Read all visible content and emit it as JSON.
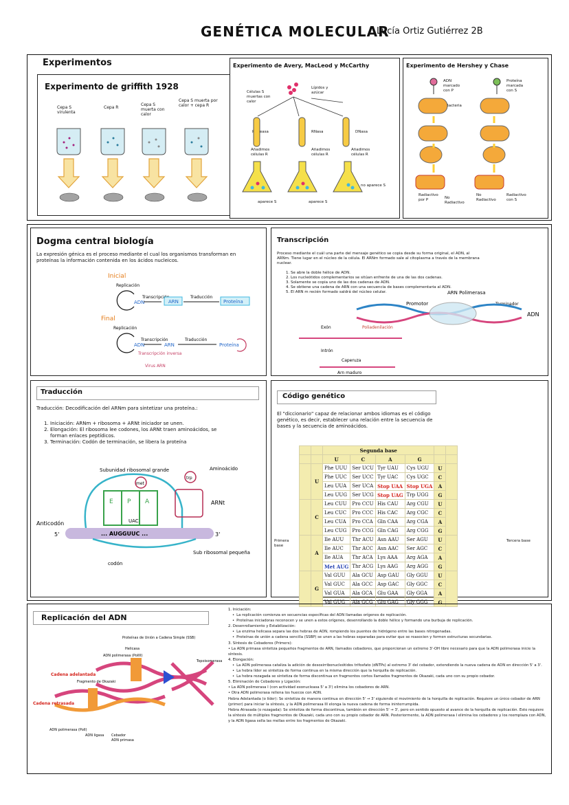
{
  "header": {
    "title": "GENÉTICA MOLECULAR",
    "author": "Lucía Ortiz Gutiérrez 2B"
  },
  "experiments": {
    "title": "Experimentos",
    "griffith": {
      "title": "Experimento de griffith 1928",
      "labels": [
        "Cepa S virulenta",
        "Cepa R",
        "Cepa S muerta con calor",
        "Cepa S muerta por calor + cepa R"
      ]
    },
    "avery": {
      "title": "Experimento de Avery, MacLeod y McCarthy",
      "cells_label": "Células S muertas con calor",
      "lipids_label": "Lípidos y azúcar",
      "tubes": [
        "Proteasa",
        "RNasa",
        "DNasa"
      ],
      "cultures": [
        "Añadimos células R",
        "Añadimos células R",
        "Añadimos células R"
      ],
      "results": [
        "aparece S",
        "aparece S",
        "no aparece S"
      ]
    },
    "hershey": {
      "title": "Experimento de Hershey y Chase",
      "labels": [
        "ADN marcado con P",
        "Proteína marcada con S",
        "Bacteria",
        "Radiactivo por P",
        "No Radiactivo",
        "No Radiactivo",
        "Radiactivo con S"
      ]
    }
  },
  "dogma": {
    "title": "Dogma central biología",
    "text": "La expresión génica es el proceso mediante el cual los organismos transforman en proteínas la información contenida en los ácidos nucleicos.",
    "initial_label": "Inicial",
    "final_label": "Final",
    "replicacion": "Replicación",
    "transcripcion": "Transcripción",
    "traduccion": "Traducción",
    "transcripcion_inversa": "Transcripción inversa",
    "virus": "Virus ARN",
    "adn": "ADN",
    "arn": "ARN",
    "proteina": "Proteína"
  },
  "transcription": {
    "title": "Transcripción",
    "intro": "Proceso mediante el cuál una parte del mensaje genético se copia desde su forma original, el ADN, al ARNm. Tiene lugar en el núcleo de la célula. El ARNm formado sale al citoplasma a través de la membrana nuclear.",
    "steps": [
      "Se abre la doble hélice de ADN.",
      "Los nucleótidos complementarios se sitúan enfrente de una de las dos cadenas.",
      "Solamente se copia uno de las dos cadenas de ADN.",
      "Se obtiene una cadena de ARN con una secuencia de bases complementaria al ADN.",
      "El ARN m recién formado saldrá del núcleo celular."
    ],
    "labels": {
      "arn_pol": "ARN Polimerasa",
      "promotor": "Promotor",
      "terminador": "Terminador",
      "adn": "ADN",
      "exon": "Exón",
      "intron": "Intrón",
      "poliadenilacion": "Poliadenilación",
      "arn_maduro": "Arn maduro",
      "caperuza": "Caperuza"
    }
  },
  "translation": {
    "title": "Traducción",
    "intro": "Traducción: Decodificación del ARNm para sintetizar una proteína.:",
    "steps": [
      "Iniciación: ARNm + ribosoma + ARNt iniciador se unen.",
      "Elongación: El ribosoma lee codones, los ARNt traen aminoácidos, se forman enlaces peptídicos.",
      "Terminación: Codón de terminación, se libera la proteína"
    ],
    "labels": {
      "subunidad_grande": "Subunidad ribosomal grande",
      "aminoacido": "Aminoácido",
      "arnt": "ARNt",
      "anticodon": "Anticodón",
      "codon": "codón",
      "subunidad_pequena": "Sub ribosomal pequeña",
      "sequence": "... AUGGUUC ...",
      "five": "5'",
      "three": "3'",
      "trp": "trp",
      "met": "met",
      "sites": [
        "E",
        "P",
        "A"
      ],
      "uac": "UAC"
    }
  },
  "genetic_code": {
    "title": "Código genético",
    "text": "El \"diccionario\" capaz de relacionar ambos idiomas es el código genético, es decir, establecer una relación entre la secuencia de bases y la secuencia de aminoácidos.",
    "segunda_base": "Segunda base",
    "primera_base": "Primera base",
    "tercera_base": "Tercera base",
    "bases": [
      "U",
      "C",
      "A",
      "G"
    ],
    "rows": [
      {
        "first": "U",
        "cells": [
          [
            "Phe UUU",
            "Phe UUC",
            "Leu UUA",
            "Leu UUG"
          ],
          [
            "Ser UCU",
            "Ser UCC",
            "Ser UCA",
            "Ser UCG"
          ],
          [
            "Tyr UAU",
            "Tyr UAC",
            "Stop UAA",
            "Stop UAG"
          ],
          [
            "Cys UGU",
            "Cys UGC",
            "Stop UGA",
            "Trp UGG"
          ]
        ]
      },
      {
        "first": "C",
        "cells": [
          [
            "Leu CUU",
            "Leu CUC",
            "Leu CUA",
            "Leu CUG"
          ],
          [
            "Pro CCU",
            "Pro CCC",
            "Pro CCA",
            "Pro CCG"
          ],
          [
            "His CAU",
            "His CAC",
            "Gln CAA",
            "Gln CAG"
          ],
          [
            "Arg CGU",
            "Arg CGC",
            "Arg CGA",
            "Arg CGG"
          ]
        ]
      },
      {
        "first": "A",
        "cells": [
          [
            "Ile AUU",
            "Ile AUC",
            "Ile AUA",
            "Met AUG"
          ],
          [
            "Thr ACU",
            "Thr ACC",
            "Thr ACA",
            "Thr ACG"
          ],
          [
            "Asn AAU",
            "Asn AAC",
            "Lys AAA",
            "Lys AAG"
          ],
          [
            "Ser AGU",
            "Ser AGC",
            "Arg AGA",
            "Arg AGG"
          ]
        ]
      },
      {
        "first": "G",
        "cells": [
          [
            "Val GUU",
            "Val GUC",
            "Val GUA",
            "Val GUG"
          ],
          [
            "Ala GCU",
            "Ala GCC",
            "Ala GCA",
            "Ala GCG"
          ],
          [
            "Asp GAU",
            "Asp GAC",
            "Glu GAA",
            "Glu GAG"
          ],
          [
            "Gly GGU",
            "Gly GGC",
            "Gly GGA",
            "Gly GGG"
          ]
        ]
      }
    ]
  },
  "replication": {
    "title": "Replicación del ADN",
    "diagram_labels": {
      "proteinas": "Proteínas de Unión a Cadena Simple (SSB)",
      "helicasa": "Helicasa",
      "pol3": "ADN polimerasa (PolIII)",
      "topo": "Topoisomerasa",
      "okazaki": "Fragmento de Okazaki",
      "adelantada": "Cadena adelantada",
      "retrasada": "Cadena retrasada",
      "pol1": "ADN polimerasa (PolI)",
      "ligasa": "ADN ligasa",
      "cebador": "Cebador",
      "primasa": "ADN primasa"
    },
    "text": [
      {
        "t": "1. Iniciación:"
      },
      {
        "t": "La replicación comienza en secuencias específicas del ADN llamadas orígenes de replicación.",
        "b": true
      },
      {
        "t": "Proteínas iniciadoras reconocen y se unen a estos orígenes, desenrollando la doble hélice y formando una burbuja de replicación.",
        "b": true
      },
      {
        "t": "2. Desenrollamiento y Estabilización:"
      },
      {
        "t": "La enzima helicasa separa las dos hebras de ADN, rompiendo los puentes de hidrógeno entre las bases nitrogenadas.",
        "b": true
      },
      {
        "t": "Proteínas de unión a cadena sencilla (SSBP) se unen a las hebras separadas para evitar que se reasocien y formen estructuras secundarias.",
        "b": true
      },
      {
        "t": "3. Síntesis de Cebadores (Primers):"
      },
      {
        "t": "• La ADN primasa sintetiza pequeños fragmentos de ARN, llamados cebadores, que proporcionan un extremo 3'-OH libre necesario para que la ADN polimerasa inicie la síntesis."
      },
      {
        "t": "4. Elongación:"
      },
      {
        "t": "La ADN polimerasa cataliza la adición de desoxirribonucleótidos trifosfato (dNTPs) al extremo 3' del cebador, extendiendo la nueva cadena de ADN en dirección 5' a 3'.",
        "b": true
      },
      {
        "t": "La hebra líder se sintetiza de forma continua en la misma dirección que la horquilla de replicación.",
        "b": true
      },
      {
        "t": "La hebra rezagada se sintetiza de forma discontinua en fragmentos cortos llamados fragmentos de Okazaki, cada uno con su propio cebador.",
        "b": true
      },
      {
        "t": "5. Eliminación de Cebadores y Ligación:"
      },
      {
        "t": "• La ADN polimerasa I (con actividad exonucleasa 5' a 3') elimina los cebadores de ARN."
      },
      {
        "t": "• Otra ADN polimerasa rellena los huecos con ADN."
      },
      {
        "t": "Hebra Adelantada (o líder): Se sintetiza de manera continua en dirección 5' → 3' siguiendo el movimiento de la horquilla de replicación. Requiere un único cebador de ARN (primer) para iniciar la síntesis, y la ADN polimerasa III elonga la nueva cadena de forma ininterrumpida."
      },
      {
        "t": "Hebra Atrasada (o rezagada): Se sintetiza de forma discontinua, también en dirección 5' → 3', pero en sentido opuesto al avance de la horquilla de replicación. Esto requiere la síntesis de múltiples fragmentos de Okazaki, cada uno con su propio cebador de ARN. Posteriormente, la ADN polimerasa I elimina los cebadores y los reemplaza con ADN, y la ADN ligasa sella las mellas entre los fragmentos de Okazaki."
      }
    ]
  }
}
